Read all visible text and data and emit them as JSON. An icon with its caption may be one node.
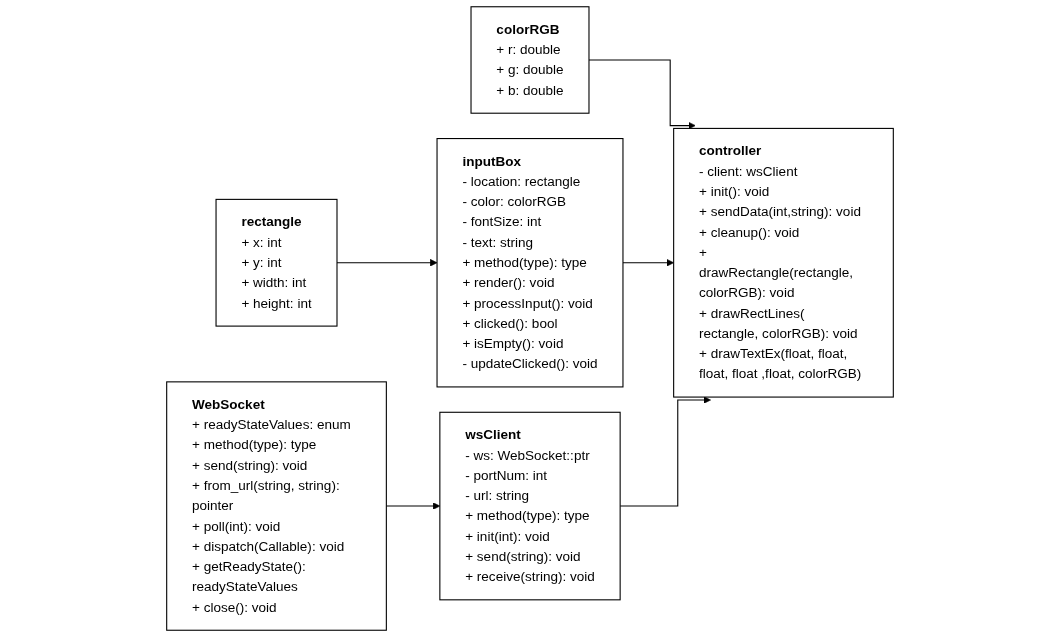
{
  "diagram": {
    "nodes": [
      {
        "text": [
          "controller",
          "- client: wsClient",
          "+ init(): void",
          "+ sendData(int,string): void",
          "+ cleanup(): void",
          "+ drawRectangle(rectangle, colorRGB): void",
          "+ drawRectLines( rectangle, colorRGB): void",
          "+ drawTextEx(float, float, float, float ,float, colorRGB)"
        ]
      },
      {
        "text": [
          "rectangle",
          "+ x: int",
          "+ y: int",
          "+ width: int",
          "+ height: int"
        ]
      },
      {
        "text": [
          "colorRGB",
          "+ r: double",
          "+ g: double",
          "+ b: double"
        ]
      },
      {
        "text": [
          "inputBox",
          "- location: rectangle",
          "- color: colorRGB",
          "- fontSize: int",
          "- text: string",
          "+ method(type): type",
          "+ render(): void",
          "+ processInput(): void",
          "+ clicked(): bool",
          "+ isEmpty(): void",
          "- updateClicked(): void"
        ]
      },
      {
        "text": [
          "WebSocket",
          "+ readyStateValues: enum",
          "+ method(type): type",
          "+ send(string): void",
          "+ from_url(string, string): pointer",
          "+ poll(int): void",
          "+ dispatch(Callable): void",
          "+ getReadyState(): readyStateValues",
          "+ close(): void"
        ]
      },
      {
        "text": [
          "wsClient",
          "- ws: WebSocket::ptr",
          "- portNum: int",
          "- url: string",
          "+ method(type): type",
          "+ init(int): void",
          "+ send(string): void",
          "+ receive(string): void"
        ]
      }
    ],
    "edges": [
      {
        "from": 2,
        "to": 0,
        "arrow": "to"
      },
      {
        "from": 3,
        "to": 0,
        "arrow": "to"
      },
      {
        "from": 1,
        "to": 3,
        "arrow": "to"
      },
      {
        "from": 5,
        "to": 0,
        "arrow": "to"
      },
      {
        "from": 4,
        "to": 5,
        "arrow": "to"
      }
    ]
  }
}
